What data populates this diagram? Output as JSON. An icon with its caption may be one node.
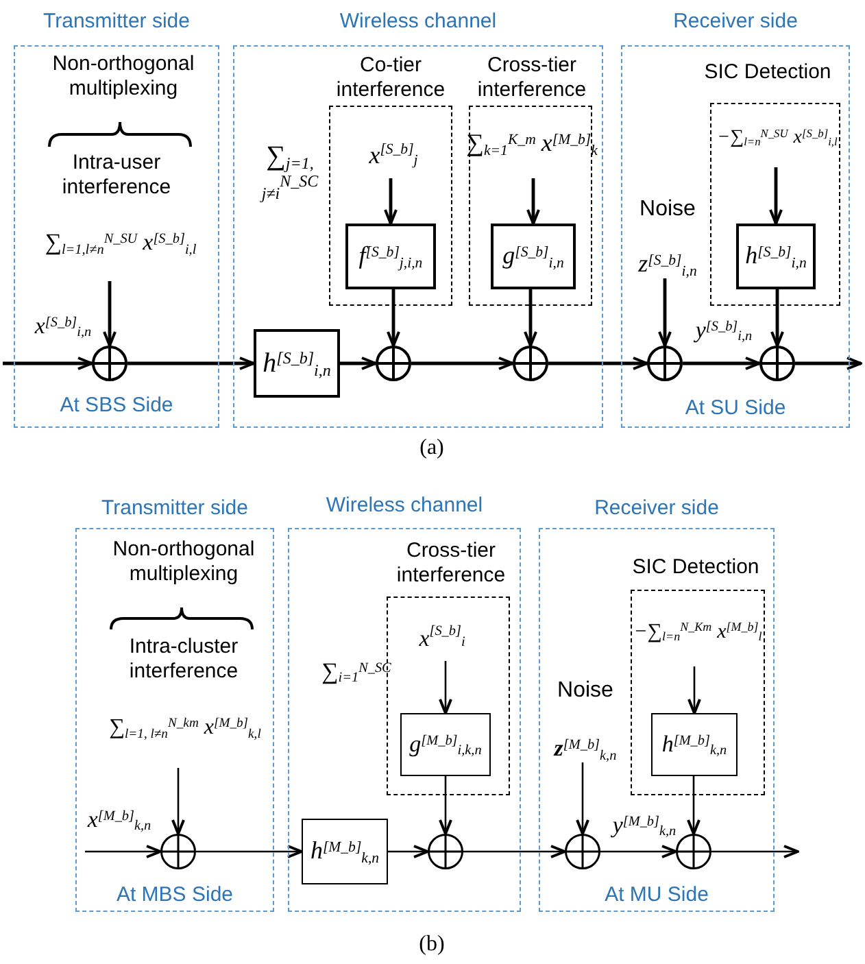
{
  "diagram": {
    "nodes": [
      {
        "text": [
          "Transmitter side",
          "Non-orthogonal multiplexing",
          "Intra-user interference",
          "At SBS Side"
        ]
      },
      {
        "text": [
          "∑$_{l=1,l≠n}$$^{N_SU}$",
          "x$^{[S_b]}$$_{i,l}$"
        ],
        "in": 0
      },
      {
        "text": [],
        "shape": "circle",
        "in": 0
      },
      {
        "text": [
          "Wireless channel",
          "∑$_{j=1, j≠i}$$^{N_SC}$"
        ]
      },
      {
        "text": [
          "h$^{[S_b]}$$_{i,n}$"
        ],
        "in": 3
      },
      {
        "text": [
          "Co-tier interference"
        ],
        "in": 3
      },
      {
        "text": [
          "x$^{[S_b]}$$_{j}$"
        ],
        "in": 5
      },
      {
        "text": [
          "f$^{[S_b]}$$_{j,i,n}$"
        ],
        "in": 5
      },
      {
        "text": [],
        "shape": "circle",
        "in": 3
      },
      {
        "text": [
          "Cross-tier interference"
        ],
        "in": 3
      },
      {
        "text": [
          "∑$_{k=1}$$^{K_m}$",
          "x$^{[M_b]}$$_{k}$"
        ],
        "in": 9
      },
      {
        "text": [
          "g$^{[S_b]}$$_{i,n}$"
        ],
        "in": 9
      },
      {
        "text": [],
        "shape": "circle",
        "in": 3
      },
      {
        "text": [
          "Receiver side",
          "At SU Side"
        ]
      },
      {
        "text": [
          "Noise",
          "z$^{[S_b]}$$_{i,n}$"
        ],
        "in": 13
      },
      {
        "text": [],
        "shape": "circle",
        "in": 13
      },
      {
        "text": [
          "SIC Detection"
        ],
        "in": 13
      },
      {
        "text": [
          "−∑$_{l=n}$$^{N_SU}$",
          "x$^{[S_b]}$$_{i,l}$"
        ],
        "in": 16
      },
      {
        "text": [
          "h$^{[S_b]}$$_{i,n}$"
        ],
        "in": 16
      },
      {
        "text": [],
        "shape": "circle",
        "in": 13
      },
      {
        "text": [
          "Transmitter side",
          "Non-orthogonal multiplexing",
          "Intra-cluster interference",
          "At MBS Side"
        ]
      },
      {
        "text": [
          "∑$_{l=1, l≠n}$$^{N_km}$",
          "x$^{[M_b]}$$_{k,l}$"
        ],
        "in": 20
      },
      {
        "text": [],
        "shape": "circle",
        "in": 20
      },
      {
        "text": [
          "Wireless channel",
          "∑$_{i=1}$$^{N_SC}$"
        ]
      },
      {
        "text": [
          "h$^{[M_b]}$$_{k,n}$"
        ],
        "in": 23
      },
      {
        "text": [
          "Cross-tier interference"
        ],
        "in": 23
      },
      {
        "text": [
          "x$^{[S_b]}$$_{i}$"
        ],
        "in": 25
      },
      {
        "text": [
          "g$^{[M_b]}$$_{i,k,n}$"
        ],
        "in": 25
      },
      {
        "text": [],
        "shape": "circle",
        "in": 23
      },
      {
        "text": [
          "Receiver side",
          "At MU Side"
        ]
      },
      {
        "text": [
          "Noise",
          "**z**$^{[M_b]}$$_{k,n}$"
        ],
        "in": 29
      },
      {
        "text": [],
        "shape": "circle",
        "in": 29
      },
      {
        "text": [
          "SIC Detection"
        ],
        "in": 29
      },
      {
        "text": [
          "−∑$_{l=n}$$^{N_Km}$",
          "x$^{[M_b]}$$_{l}$"
        ],
        "in": 32
      },
      {
        "text": [
          "h$^{[M_b]}$$_{k,n}$"
        ],
        "in": 32
      },
      {
        "text": [],
        "shape": "circle",
        "in": 29
      }
    ],
    "edges": [
      {
        "from": null,
        "to": 2,
        "arrow": "to",
        "label": "x$^{[S_b]}$$_{i,n}$"
      },
      {
        "from": 1,
        "to": 2,
        "arrow": "to"
      },
      {
        "from": 2,
        "to": 4,
        "arrow": "to"
      },
      {
        "from": 4,
        "to": 8,
        "arrow": "to"
      },
      {
        "from": 6,
        "to": 7,
        "arrow": "to"
      },
      {
        "from": 7,
        "to": 8,
        "arrow": "to"
      },
      {
        "from": 8,
        "to": 12,
        "arrow": "to"
      },
      {
        "from": 10,
        "to": 11,
        "arrow": "to"
      },
      {
        "from": 11,
        "to": 12,
        "arrow": "to"
      },
      {
        "from": 12,
        "to": 15,
        "arrow": "to"
      },
      {
        "from": 14,
        "to": 15,
        "arrow": "to"
      },
      {
        "from": 15,
        "to": 19,
        "arrow": "to",
        "label": "y$^{[S_b]}$$_{i,n}$"
      },
      {
        "from": 17,
        "to": 18,
        "arrow": "to"
      },
      {
        "from": 18,
        "to": 19,
        "arrow": "to"
      },
      {
        "from": 19,
        "to": null,
        "arrow": "to"
      },
      {
        "from": null,
        "to": 22,
        "arrow": "to",
        "label": "x$^{[M_b]}$$_{k,n}$"
      },
      {
        "from": 21,
        "to": 22,
        "arrow": "to"
      },
      {
        "from": 22,
        "to": 24,
        "arrow": "to"
      },
      {
        "from": 24,
        "to": 28,
        "arrow": "to"
      },
      {
        "from": 26,
        "to": 27,
        "arrow": "to"
      },
      {
        "from": 27,
        "to": 28,
        "arrow": "to"
      },
      {
        "from": 28,
        "to": 31,
        "arrow": "to"
      },
      {
        "from": 30,
        "to": 31,
        "arrow": "to"
      },
      {
        "from": 31,
        "to": 35,
        "arrow": "to",
        "label": "y$^{[M_b]}$$_{k,n}$"
      },
      {
        "from": 33,
        "to": 34,
        "arrow": "to"
      },
      {
        "from": 34,
        "to": 35,
        "arrow": "to"
      },
      {
        "from": 35,
        "to": null,
        "arrow": "to"
      }
    ],
    "labels": [
      "(a)",
      "(b)"
    ]
  }
}
